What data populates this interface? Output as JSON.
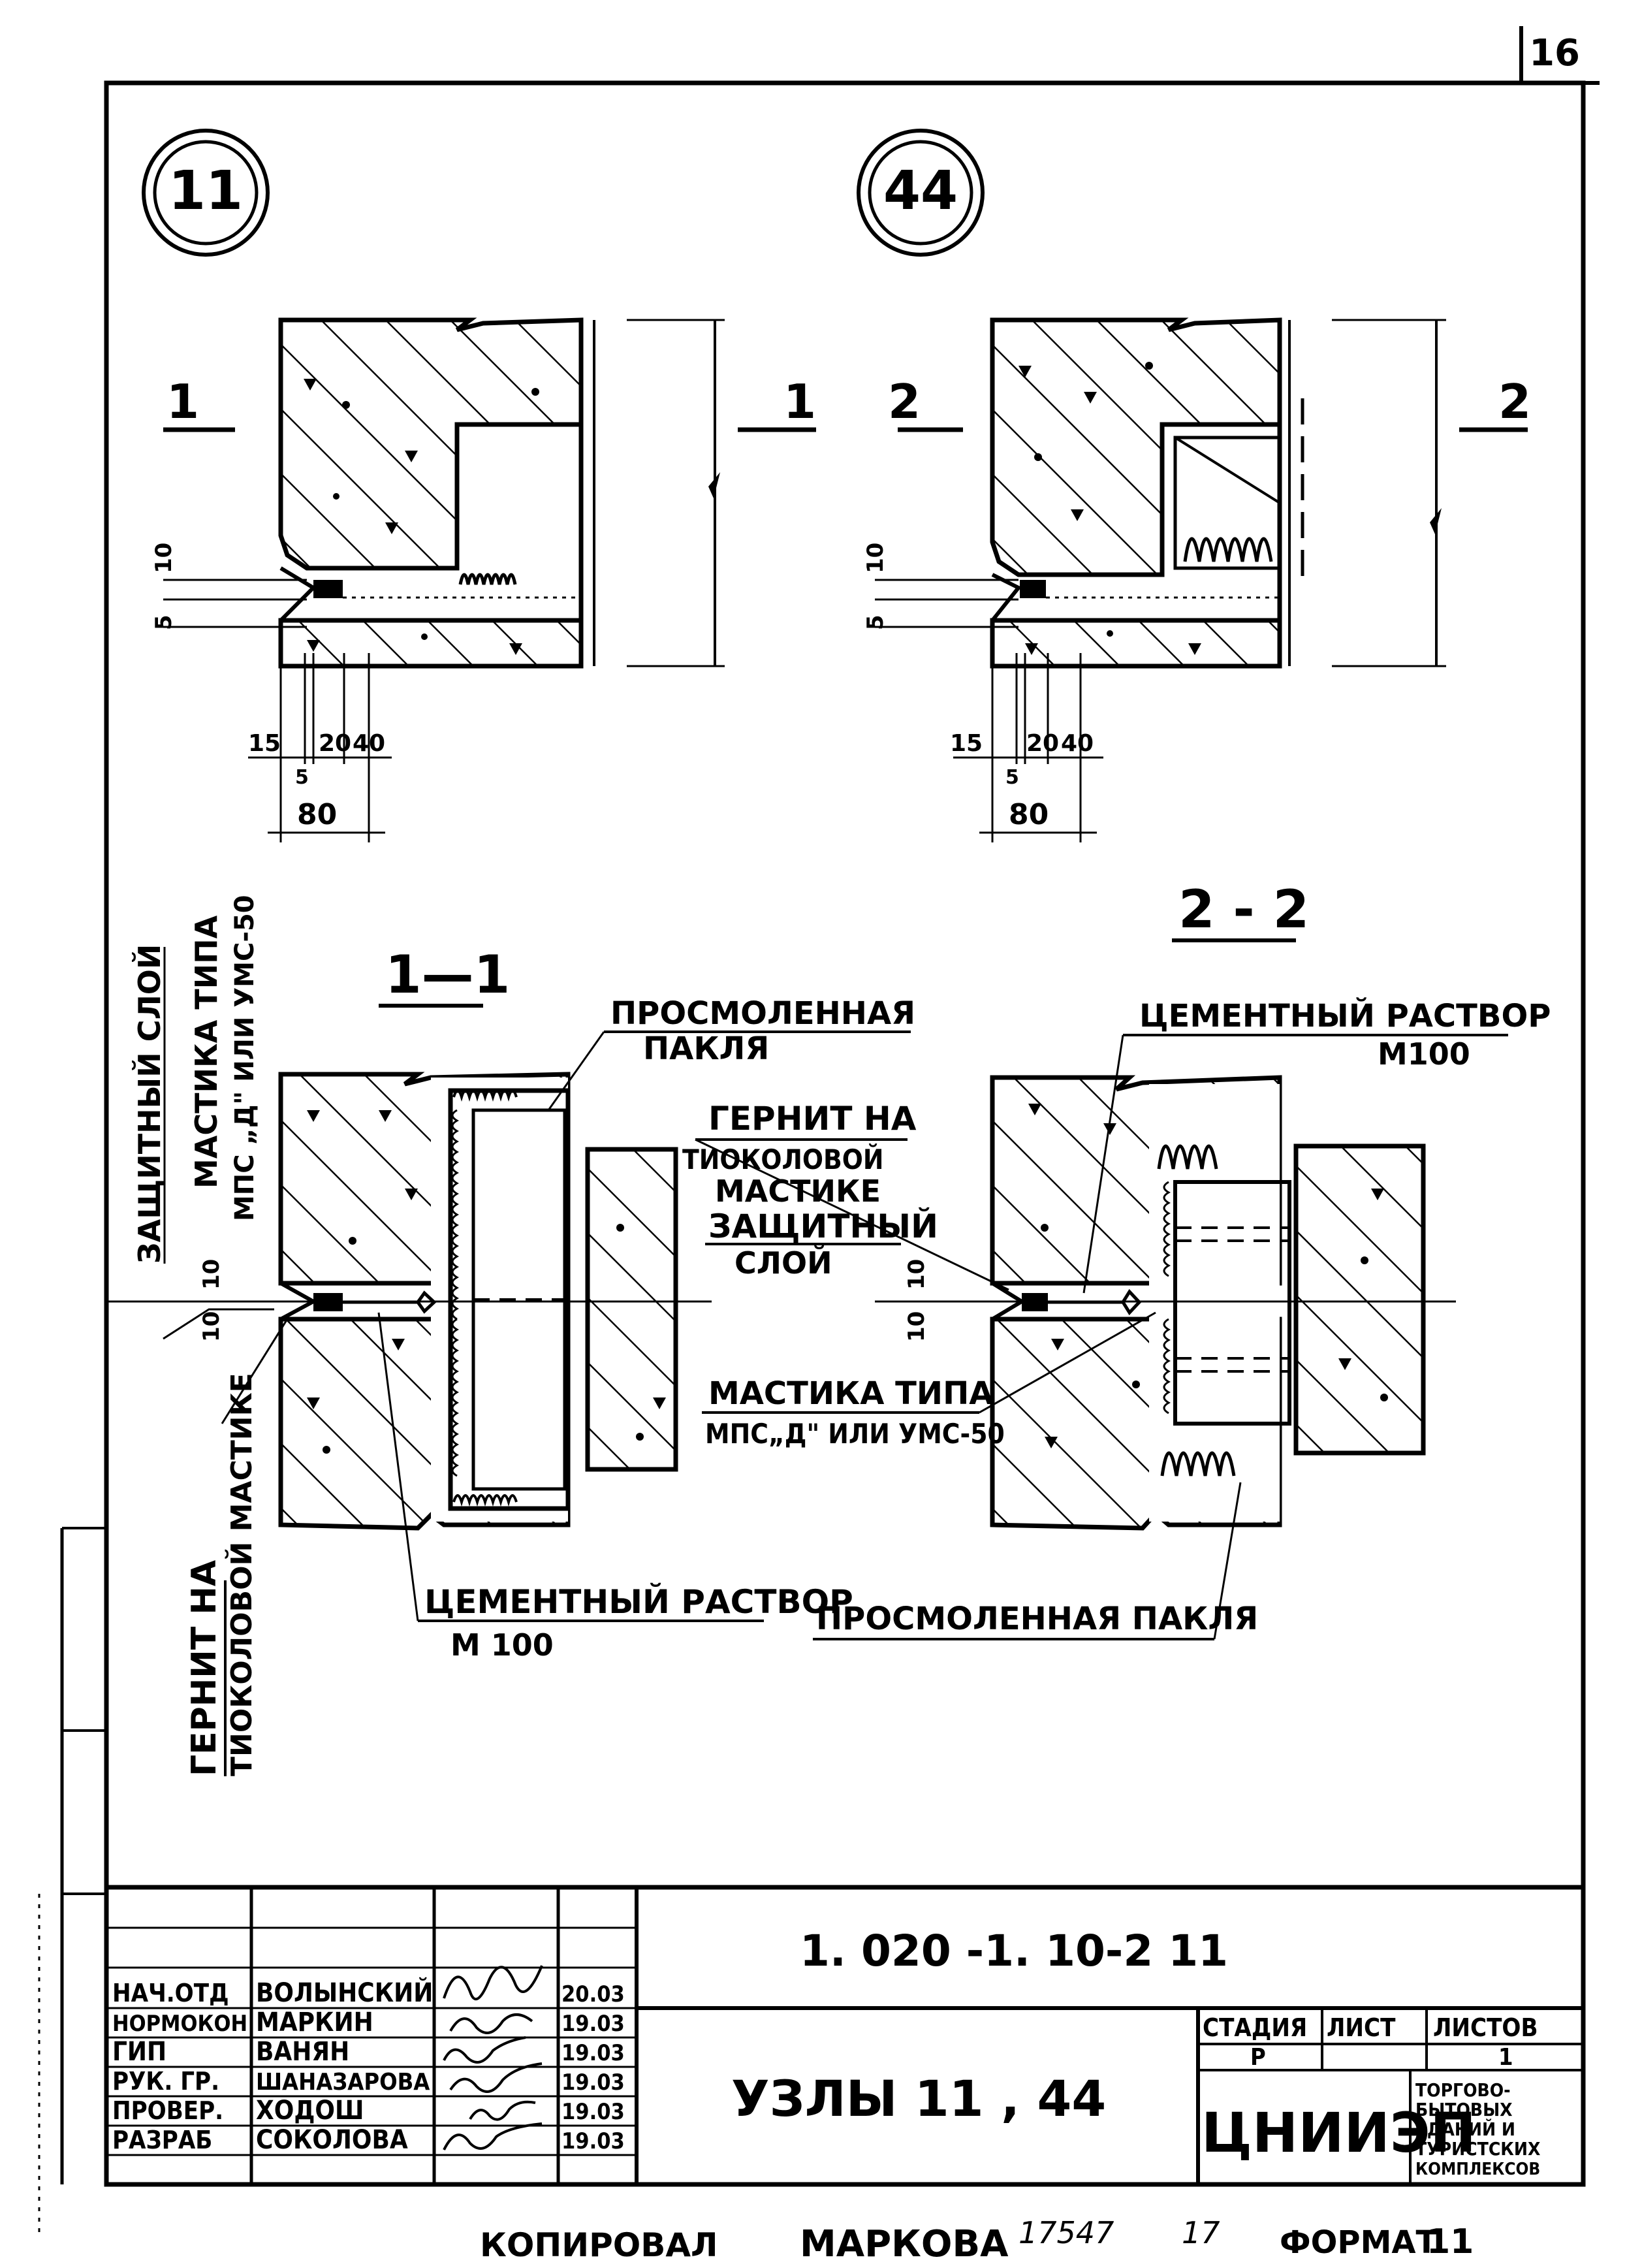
{
  "sheet_number": "16",
  "node_markers": [
    "11",
    "44"
  ],
  "section_marks": {
    "left_a": "1",
    "left_b": "1",
    "right_a": "2",
    "right_b": "2"
  },
  "detail_dims": {
    "gap_10": "10",
    "gap_5": "5",
    "w15": "15",
    "w5": "5",
    "w20": "20",
    "w40": "40",
    "w80": "80"
  },
  "sections": {
    "s11": "1—1",
    "s22": "2 - 2"
  },
  "labels": {
    "protective_layer": "ЗАЩИТНЫЙ СЛОЙ",
    "mastic_type_vertical_a": "МАСТИКА ТИПА",
    "mastic_type_vertical_b": "МПС „Д\" ИЛИ УМС-50",
    "tarred_tow_a": "ПРОСМОЛЕННАЯ",
    "tarred_tow_b": "ПАКЛЯ",
    "cement_mortar_right": "ЦЕМЕНТНЫЙ РАСТВОР",
    "cement_mortar_right_grade": "М100",
    "gernit_a": "ГЕРНИТ НА",
    "gernit_b": "ТИОКОЛОВОЙ",
    "gernit_c": "МАСТИКЕ",
    "protective_a": "ЗАЩИТНЫЙ",
    "protective_b": "СЛОЙ",
    "mastic_type_right_a": "МАСТИКА ТИПА",
    "mastic_type_right_b": "МПС„Д\" ИЛИ УМС-50",
    "gernit_vertical_a": "ГЕРНИТ НА",
    "gernit_vertical_b": "ТИОКОЛОВОЙ МАСТИКЕ",
    "cement_mortar_left": "ЦЕМЕНТНЫЙ РАСТВОР",
    "cement_mortar_left_grade": "М 100",
    "tarred_tow_bottom": "ПРОСМОЛЕННАЯ ПАКЛЯ",
    "dim_10_a": "10",
    "dim_10_b": "10",
    "dim_10_c": "10",
    "dim_10_d": "10"
  },
  "title_block": {
    "code": "1. 020 -1. 10-2 11",
    "title": "УЗЛЫ 11 , 44",
    "rows": [
      {
        "role": "НАЧ.ОТД",
        "name": "ВОЛЫНСКИЙ",
        "date": "20.03"
      },
      {
        "role": "НОРМОКОН",
        "name": "МАРКИН",
        "date": "19.03"
      },
      {
        "role": "ГИП",
        "name": "ВАНЯН",
        "date": "19.03"
      },
      {
        "role": "РУК. ГР.",
        "name": "ШАНАЗАРОВА",
        "date": "19.03"
      },
      {
        "role": "ПРОВЕР.",
        "name": "ХОДОШ",
        "date": "19.03"
      },
      {
        "role": "РАЗРАБ",
        "name": "СОКОЛОВА",
        "date": "19.03"
      }
    ],
    "stage_header": "СТАДИЯ",
    "sheet_header": "ЛИСТ",
    "sheets_header": "ЛИСТОВ",
    "stage": "Р",
    "sheets": "1",
    "org": "ЦНИИЭП",
    "org_sub": [
      "ТОРГОВО-",
      "БЫТОВЫХ",
      "ЗДАНИЙ И",
      "ТУРИСТСКИХ",
      "КОМПЛЕКСОВ"
    ]
  },
  "footer": {
    "copied_label": "КОПИРОВАЛ",
    "copied_name": "МАРКОВА",
    "order_no": "17547",
    "copies": "17",
    "format_label": "ФОРМАТ",
    "format": "11"
  },
  "colors": {
    "ink": "#000000",
    "paper": "#ffffff"
  }
}
